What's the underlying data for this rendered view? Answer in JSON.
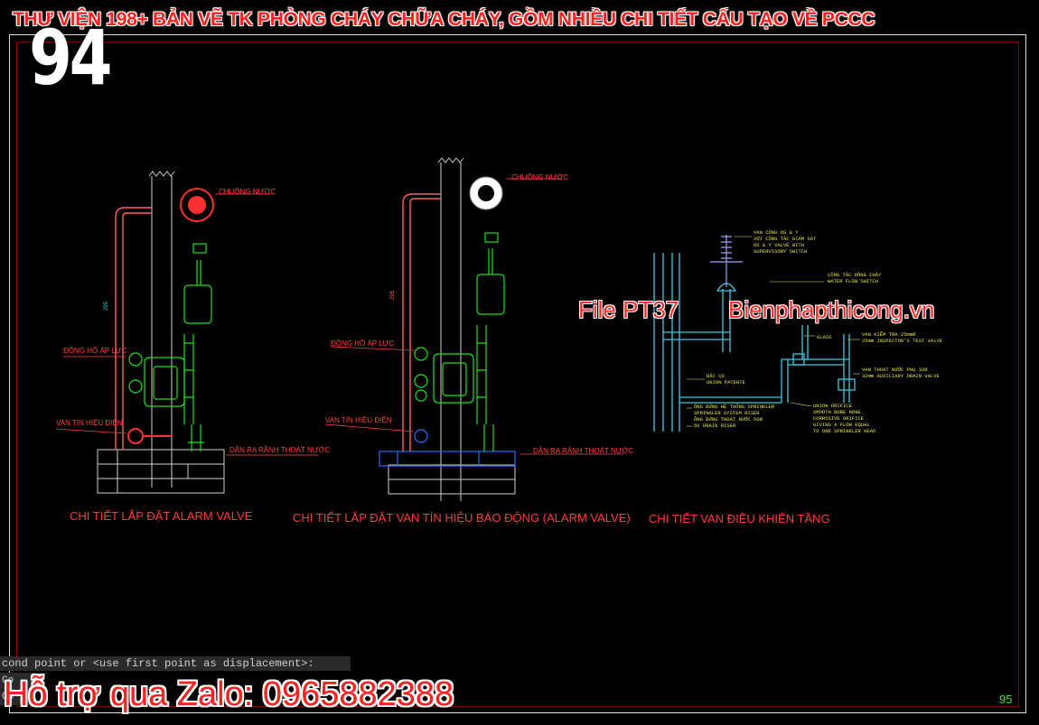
{
  "banner": {
    "title": "THƯ VIỆN 198+ BẢN VẼ TK PHÒNG CHÁY CHỮA CHÁY, GỒM NHIỀU CHI TIẾT CẤU TẠO VỀ PCCC"
  },
  "page_number": "94",
  "watermark": {
    "file": "File PT37",
    "site": "Bienphapthicong.vn"
  },
  "drawing1": {
    "caption": "CHI TIẾT LẮP ĐẶT ALARM VALVE",
    "bell": "CHUÔNG NƯỚC",
    "gauge": "ĐỒNG HỒ ÁP LỰC",
    "signal_valve": "VAN TÍN HIỆU ĐIỆN",
    "drain": "DẪN RA RÃNH THOÁT NƯỚC",
    "dim": "295"
  },
  "drawing2": {
    "caption": "CHI TIẾT LẮP ĐẶT VAN TÍN HIỆU BÁO ĐỘNG (ALARM VALVE)",
    "bell": "CHUÔNG NƯỚC",
    "gauge": "ĐỒNG HỒ ÁP LỰC",
    "signal_valve": "VAN TÍN HIỆU ĐIỆN",
    "drain": "DẪN RA RÃNH THOÁT NƯỚC",
    "dim": "295"
  },
  "drawing3": {
    "caption": "CHI TIẾT VAN ĐIỀU KHIỂN TẦNG",
    "notes": [
      "VAN CỔNG OS & Y",
      "VỚI CÔNG TẮC GIÁM SÁT",
      "OS & Y VALVE WITH",
      "SUPERVISORY SWITCH",
      "CÔNG TẮC DÒNG CHẢY",
      "WATER FLOW SWITCH",
      "GLASS",
      "VAN KIỂM TRA 25mmØ",
      "25mm INSPECTOR'S TEST VALVE",
      "VAN THOÁT NƯỚC PHỤ 32Ø",
      "32mm AUXILIARY DRAIN VALVE",
      "RẮC CO",
      "UNION PATENTE",
      "ỐNG ĐỨNG HỆ THỐNG SPRINKLER",
      "SPRINKLER SYSTEM RISER",
      "ỐNG ĐỨNG THOÁT NƯỚC 50Ø",
      "50 DRAIN RISER",
      "UNION ORIFICE",
      "SMOOTH BORE NONE",
      "CORROSIVE ORIFICE",
      "GIVING A FLOW EQUAL",
      "TO ONE SPRINKLER HEAD"
    ]
  },
  "command_line": {
    "prompt": "cond point or <use first point as displacement>:",
    "history": [
      "Co",
      "Co"
    ]
  },
  "support": "Hỗ trợ qua Zalo: 0965882388",
  "sheet_number": "95",
  "colors": {
    "background": "#000000",
    "red": "#ff2020",
    "green": "#20e020",
    "cyan": "#40d0e0",
    "blue": "#2060ff"
  }
}
